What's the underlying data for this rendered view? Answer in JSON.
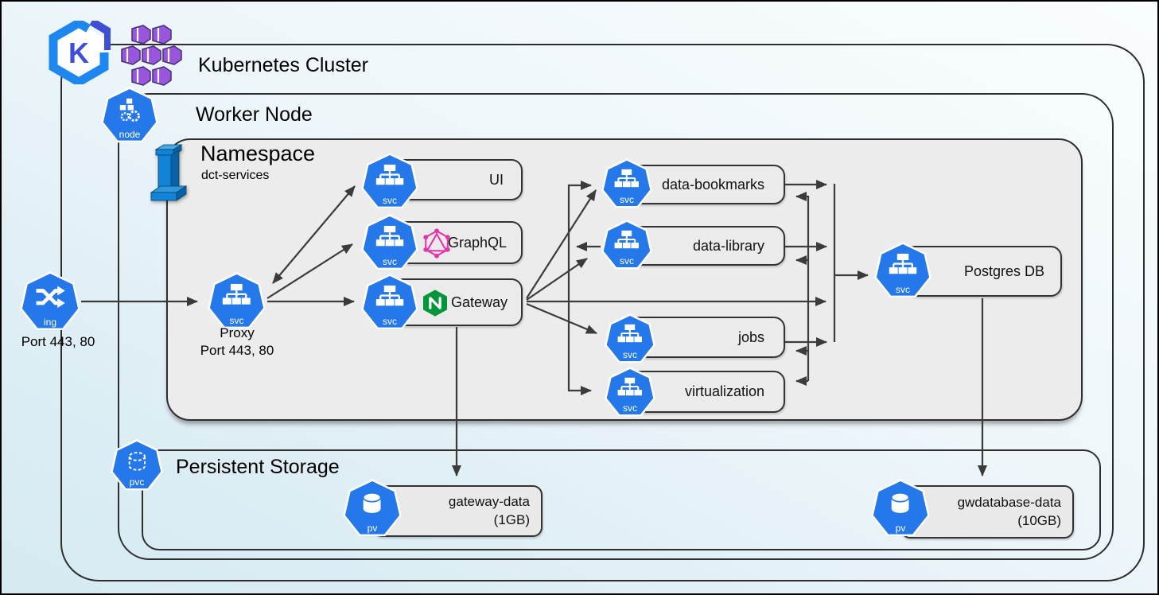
{
  "diagram": {
    "cluster_title": "Kubernetes Cluster",
    "worker_node_title": "Worker Node",
    "namespace_title": "Namespace",
    "namespace_name": "dct-services",
    "persistent_storage_title": "Persistent Storage",
    "badges": {
      "svc": "svc",
      "ing": "ing",
      "node": "node",
      "pvc": "pvc",
      "pv": "pv"
    },
    "ingress": {
      "ports": "Port 443, 80"
    },
    "proxy": {
      "label": "Proxy",
      "ports": "Port 443, 80"
    },
    "services": {
      "ui": "UI",
      "graphql": "GraphQL",
      "gateway": "Gateway",
      "data_bookmarks": "data-bookmarks",
      "data_library": "data-library",
      "jobs": "jobs",
      "virtualization": "virtualization",
      "postgres": "Postgres DB"
    },
    "volumes": {
      "gateway_data": {
        "name": "gateway-data",
        "size": "(1GB)"
      },
      "gwdatabase_data": {
        "name": "gwdatabase-data",
        "size": "(10GB)"
      }
    },
    "logos": {
      "k8s_letter": "K"
    },
    "colors": {
      "k8s_blue": "#2478ea",
      "k8s_royal": "#3e4fd6",
      "graphql_pink": "#e535ab",
      "nginx_green": "#009639",
      "container_purple": "#9a55dd",
      "connector": "#3b3b3b"
    }
  }
}
